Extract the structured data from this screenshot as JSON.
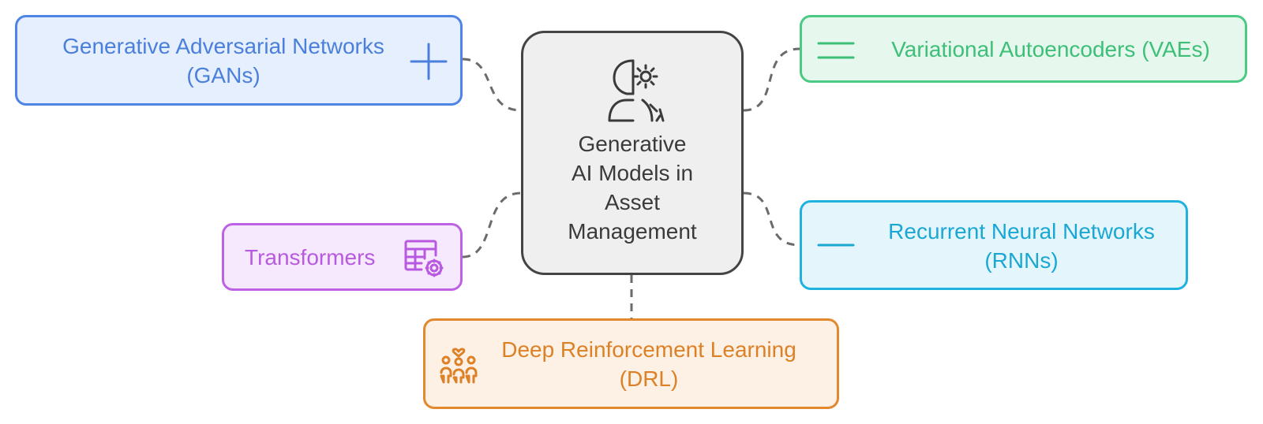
{
  "center": {
    "icon": "person-gear-icon",
    "label_lines": [
      "Generative",
      "AI Models in",
      "Asset",
      "Management"
    ]
  },
  "nodes": {
    "gans": {
      "label_lines": [
        "Generative Adversarial Networks",
        "(GANs)"
      ],
      "icon": "plus-icon",
      "color": "#4a7fdb",
      "fill": "#e6effd"
    },
    "vaes": {
      "label_lines": [
        "Variational Autoencoders (VAEs)"
      ],
      "icon": "equals-icon",
      "color": "#3dbf77",
      "fill": "#e6f8ee"
    },
    "transformers": {
      "label_lines": [
        "Transformers"
      ],
      "icon": "table-settings-icon",
      "color": "#b85ae0",
      "fill": "#f6e8fd"
    },
    "rnns": {
      "label_lines": [
        "Recurrent Neural Networks",
        "(RNNs)"
      ],
      "icon": "minus-icon",
      "color": "#1aa7d4",
      "fill": "#e4f6fc"
    },
    "drl": {
      "label_lines": [
        "Deep Reinforcement Learning",
        "(DRL)"
      ],
      "icon": "group-heart-icon",
      "color": "#dc8126",
      "fill": "#fdf0e5"
    }
  },
  "connector_color": "#6b6b6b"
}
